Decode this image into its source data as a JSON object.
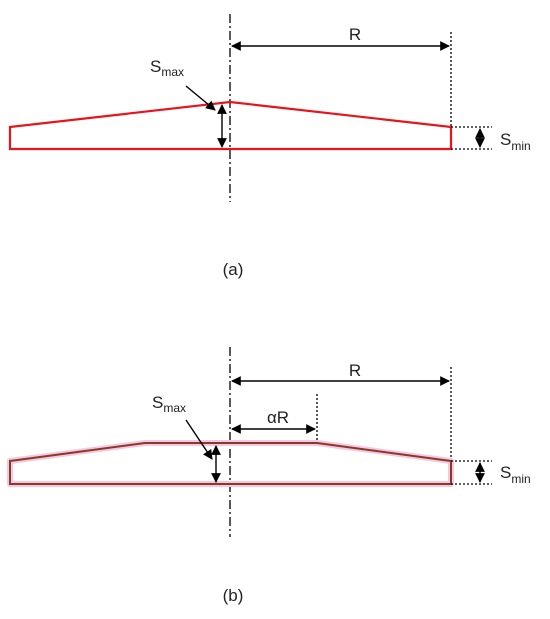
{
  "diagram_a": {
    "caption": "(a)",
    "label_R": "R",
    "label_smax_main": "S",
    "label_smax_sub": "max",
    "label_smin_main": "S",
    "label_smin_sub": "min",
    "profile_color": "#e8141b"
  },
  "diagram_b": {
    "caption": "(b)",
    "label_R": "R",
    "label_alphaR": "αR",
    "label_smax_main": "S",
    "label_smax_sub": "max",
    "label_smin_main": "S",
    "label_smin_sub": "min",
    "profile_color": "#8b3a1f",
    "glow_color": "#f3c8e6"
  },
  "line_color": "#000000"
}
